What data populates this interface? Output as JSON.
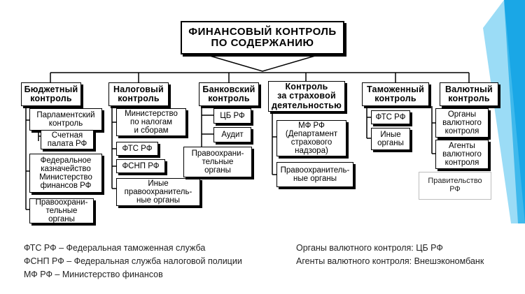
{
  "title": "ФИНАНСОВЫЙ КОНТРОЛЬ\nПО СОДЕРЖАНИЮ",
  "categories": [
    {
      "label": "Бюджетный\nконтроль",
      "children": [
        {
          "label": "Парламентский\nконтроль",
          "child": "Счетная\nпалата РФ"
        },
        {
          "label": "Федеральное\nказначейство\nМинистерство\nфинансов РФ"
        },
        {
          "label": "Правоохрани-\nтельные\nорганы"
        }
      ]
    },
    {
      "label": "Налоговый\nконтроль",
      "children": [
        {
          "label": "Министерство\nпо налогам\nи сборам"
        },
        {
          "label": "ФТС РФ"
        },
        {
          "label": "ФСНП РФ"
        },
        {
          "label": "Иные\nправоохранитель-\nные органы"
        }
      ]
    },
    {
      "label": "Банковский\nконтроль",
      "children": [
        {
          "label": "ЦБ РФ"
        },
        {
          "label": "Аудит"
        },
        {
          "label": "Правоохрани-\nтельные\nорганы"
        }
      ]
    },
    {
      "label": "Контроль\nза страховой\nдеятельностью",
      "children": [
        {
          "label": "МФ РФ\n(Департамент\nстрахового\nнадзора)"
        },
        {
          "label": "Правоохранитель-\nные органы"
        }
      ]
    },
    {
      "label": "Таможенный\nконтроль",
      "children": [
        {
          "label": "ФТС РФ"
        },
        {
          "label": "Иные\nорганы"
        }
      ]
    },
    {
      "label": "Валютный\nконтроль",
      "children": [
        {
          "label": "Органы\nвалютного\nконтроля"
        },
        {
          "label": "Агенты\nвалютного\nконтроля"
        }
      ]
    }
  ],
  "extra_box": "Правительство\nРФ",
  "legend_left": [
    "ФТС РФ – Федеральная таможенная служба",
    "ФСНП РФ – Федеральная служба налоговой полиции",
    "МФ РФ – Министерство финансов"
  ],
  "legend_right": [
    "Органы валютного контроля: ЦБ РФ",
    "Агенты валютного контроля: Внешэкономбанк"
  ],
  "colors": {
    "accent": "#1aa7e6",
    "line": "#000000",
    "legend_text": "#222222"
  }
}
